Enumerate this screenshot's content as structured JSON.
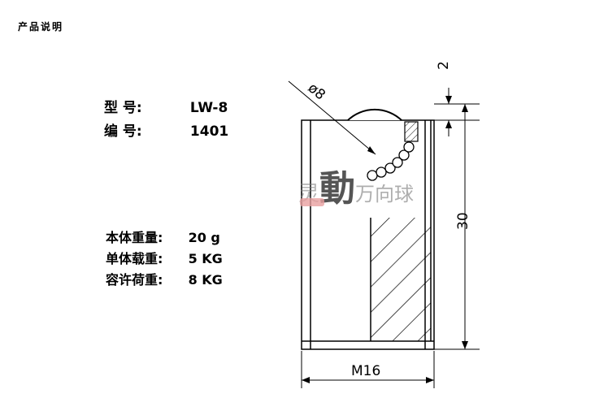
{
  "header": {
    "title": "产品说明"
  },
  "specs": {
    "model_label": "型 号:",
    "model_value": "LW-8",
    "code_label": "编 号:",
    "code_value": "1401",
    "weight_label": "本体重量:",
    "weight_value": "20 g",
    "load_label": "单体载重:",
    "load_value": "5 KG",
    "allow_label": "容许荷重:",
    "allow_value": "8 KG"
  },
  "drawing": {
    "ball_dim": "ø8",
    "protrusion_dim": "2",
    "height_dim": "30",
    "thread_dim": "M16"
  },
  "watermark": {
    "text": "灵動万向球"
  }
}
